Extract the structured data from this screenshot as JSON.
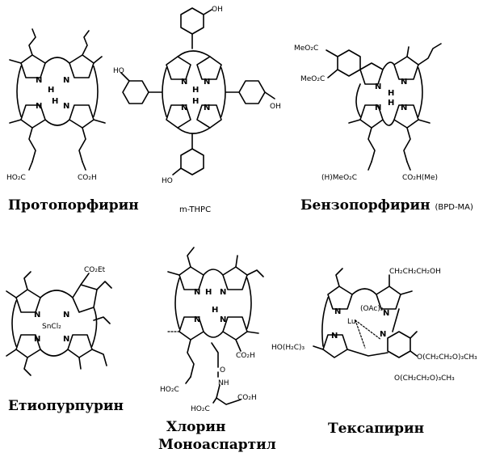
{
  "captions": {
    "protoporphyrin": "Протопорфирин",
    "mthpc": "m-THPC",
    "benzoporphyrin": "Бензопорфирин",
    "benzoporphyrin_note": "(BPD-MA)",
    "etiopurpurin": "Етиопурпурин",
    "chlorin_line1": "Хлорин",
    "chlorin_line2": "Моноаспартил",
    "texaphyrin": "Тексапирин"
  },
  "labels": {
    "n": "N",
    "h": "H",
    "ho2c": "HO₂C",
    "co2h": "CO₂H",
    "oh": "OH",
    "ho": "HO",
    "meo2c_1": "MeO₂C",
    "meo2c_2": "MeO₂C",
    "h_meo2c": "(H)MeO₂C",
    "co2h_me": "CO₂H(Me)",
    "co2et": "CO₂Et",
    "sncl2": "SnCl₂",
    "o": "O",
    "nh": "NH",
    "ch2ch2ch2oh": "CH₂CH₂CH₂OH",
    "oac2": "(OAc)₂",
    "lu": "Lu",
    "ho_h2c_3": "HO(H₂C)₃",
    "o_chain_1": "O(CH₂CH₂O)₃CH₃",
    "o_chain_2": "O(CH₂CH₂O)₃CH₃"
  }
}
